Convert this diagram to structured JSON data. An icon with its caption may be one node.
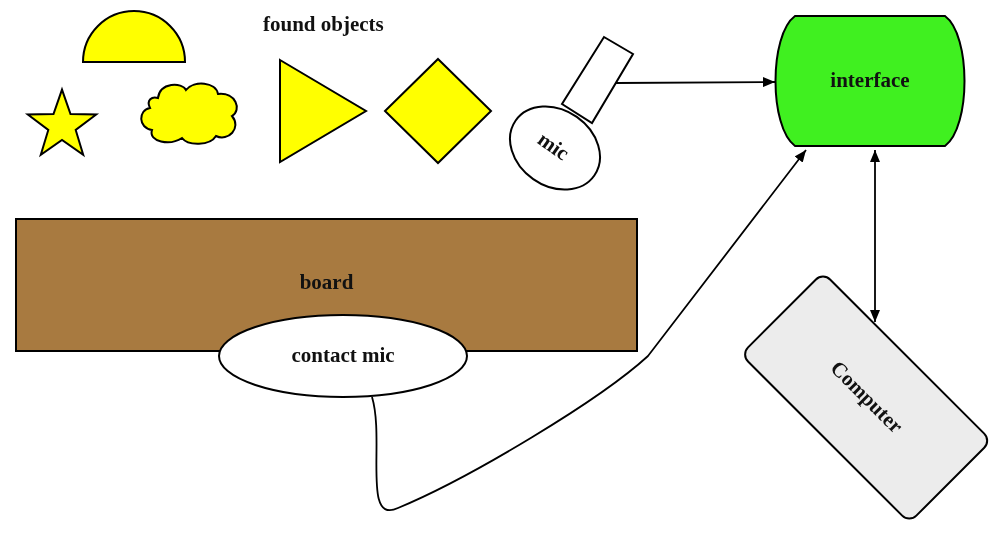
{
  "diagram": {
    "nodes": [
      {
        "text": [],
        "shape": "star"
      },
      {
        "text": [],
        "shape": "semicircle"
      },
      {
        "text": [],
        "shape": "cloud"
      },
      {
        "text": [],
        "shape": "triangle"
      },
      {
        "text": [],
        "shape": "diamond"
      },
      {
        "text": [
          "mic"
        ]
      },
      {
        "text": [
          "interface"
        ]
      },
      {
        "text": [
          "board"
        ]
      },
      {
        "text": [
          "contact mic"
        ]
      },
      {
        "text": [
          "Computer"
        ]
      }
    ],
    "edges": [
      {
        "from": 5,
        "to": 6,
        "arrow": "to"
      },
      {
        "from": 8,
        "to": 6,
        "arrow": "to"
      },
      {
        "from": 6,
        "to": 9,
        "arrow": "both"
      }
    ],
    "labels": [
      "found objects"
    ]
  }
}
